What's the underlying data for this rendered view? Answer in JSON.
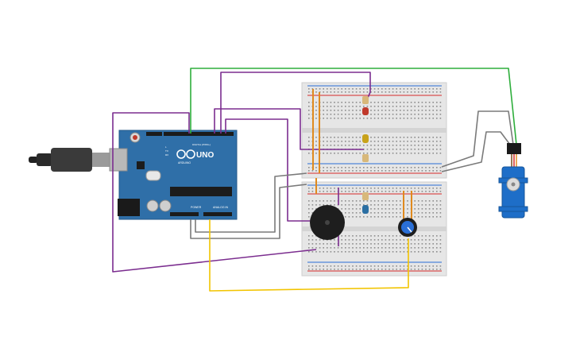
{
  "arduino": {
    "brand": "ARDUINO",
    "model": "UNO",
    "digital_label": "DIGITAL (PWM~)",
    "power_label": "POWER",
    "analog_label": "ANALOG IN",
    "tx_label": "TX",
    "rx_label": "RX",
    "l_label": "L"
  },
  "colors": {
    "board": "#2f6fa8",
    "breadboard": "#e6e6e6",
    "wire_purple": "#7b2d8f",
    "wire_green": "#2eae3c",
    "wire_gray": "#7a7a7a",
    "wire_yellow": "#f2c400",
    "wire_orange": "#e08a1e",
    "led_red": "#c0392b",
    "led_yellow": "#c8a21a",
    "led_blue": "#2b6fa3",
    "servo_body": "#1e6ec8"
  },
  "components": {
    "usb_cable": "usb-cable",
    "breadboard_top": "breadboard",
    "breadboard_bottom": "breadboard",
    "buzzer": "piezo-buzzer",
    "potentiometer": "potentiometer",
    "servo": "micro-servo"
  }
}
